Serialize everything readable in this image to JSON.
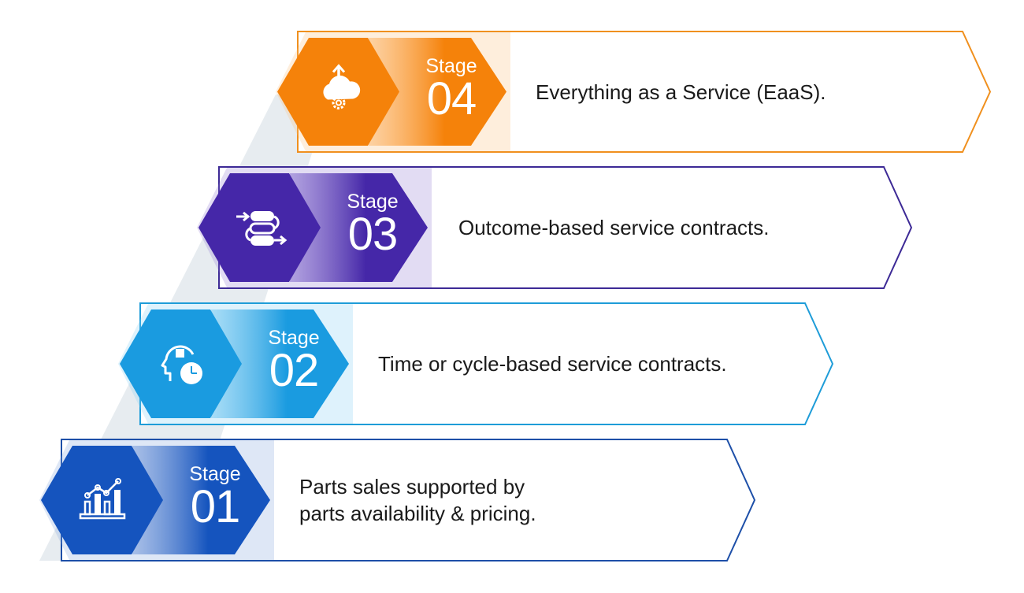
{
  "diagram": {
    "title": "",
    "stage_word": "Stage",
    "stages": [
      {
        "number": "04",
        "description_lines": [
          "Everything as a Service (EaaS)."
        ],
        "color": "#F5820A",
        "light_color": "#FDBB74",
        "border_color": "#F0901E",
        "icon": "cloud-upload-gear-icon"
      },
      {
        "number": "03",
        "description_lines": [
          "Outcome-based service contracts."
        ],
        "color": "#4527A8",
        "light_color": "#8A72D0",
        "border_color": "#3D2A96",
        "icon": "process-flow-icon"
      },
      {
        "number": "02",
        "description_lines": [
          "Time or cycle-based service contracts."
        ],
        "color": "#1A9BE0",
        "light_color": "#7CCBF2",
        "border_color": "#1E9CD8",
        "icon": "head-chip-clock-icon"
      },
      {
        "number": "01",
        "description_lines": [
          "Parts sales supported by",
          "parts availability & pricing."
        ],
        "color": "#1554BE",
        "light_color": "#7D9FDC",
        "border_color": "#1D4FA8",
        "icon": "bar-chart-growth-icon"
      }
    ]
  }
}
